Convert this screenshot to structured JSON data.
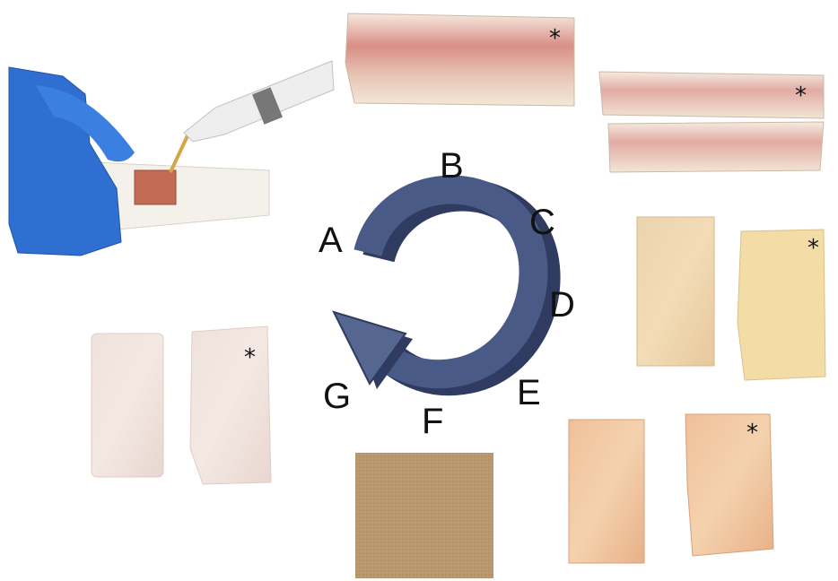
{
  "labels": {
    "a": "A",
    "b": "B",
    "c": "C",
    "d": "D",
    "e": "E",
    "f": "F",
    "g": "G"
  },
  "markers": {
    "b": "*",
    "c": "*",
    "d": "*",
    "e": "*",
    "g": "*"
  },
  "colors": {
    "arrow": "#4a5a86",
    "arrow_dark": "#2f3b60",
    "glove": "#2f6fd1",
    "bone_pink": "#e6b0a8",
    "bone_yellow": "#f0d9a8",
    "sandpaper": "#b8986c"
  },
  "icons": {
    "cycle_arrow": "circular-arrow-icon"
  }
}
